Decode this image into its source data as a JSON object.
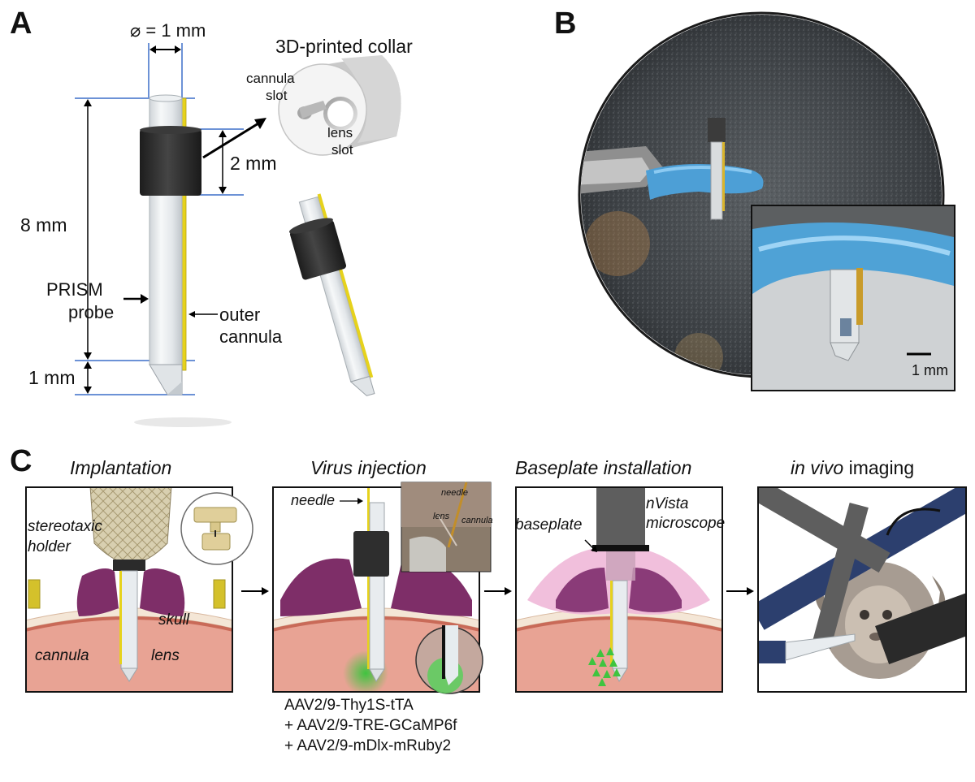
{
  "panel_a": {
    "letter": "A",
    "diameter_label": "⌀ = 1 mm",
    "collar_title": "3D-printed collar",
    "cannula_slot_line1": "cannula",
    "cannula_slot_line2": "slot",
    "lens_slot_line1": "lens",
    "lens_slot_line2": "slot",
    "collar_height_label": "2 mm",
    "probe_length_label": "8 mm",
    "prism_label_line1": "PRISM",
    "prism_label_line2": "probe",
    "outer_cannula_line1": "outer",
    "outer_cannula_line2": "cannula",
    "prism_height_label": "1 mm"
  },
  "panel_b": {
    "letter": "B",
    "scale_bar_label": "1 mm"
  },
  "panel_c": {
    "letter": "C",
    "steps": [
      {
        "title": "Implantation"
      },
      {
        "title": "Virus injection"
      },
      {
        "title": "Baseplate installation"
      },
      {
        "title_italic": "in vivo",
        "title_rest": " imaging"
      }
    ],
    "implantation": {
      "holder_line1": "stereotaxic",
      "holder_line2": "holder",
      "skull": "skull",
      "cannula": "cannula",
      "lens": "lens"
    },
    "virus": {
      "needle": "needle",
      "inset_needle": "needle",
      "inset_lens": "lens",
      "inset_cannula": "cannula",
      "constructs": [
        "AAV2/9-Thy1S-tTA",
        "+ AAV2/9-TRE-GCaMP6f",
        "+ AAV2/9-mDlx-mRuby2"
      ]
    },
    "baseplate": {
      "baseplate": "baseplate",
      "microscope_line1": "nVista",
      "microscope_line2": "microscope"
    }
  },
  "colors": {
    "collar": "#2e2e2e",
    "cannula": "#e6d21c",
    "guide_line": "#3c6ec8",
    "tissue": "#e8a394",
    "skull_mount": "#7e2e68",
    "gfp": "#3fc43f",
    "baseplate_pink": "#f0b8d8",
    "bench_blue": "#2c3f6e"
  }
}
